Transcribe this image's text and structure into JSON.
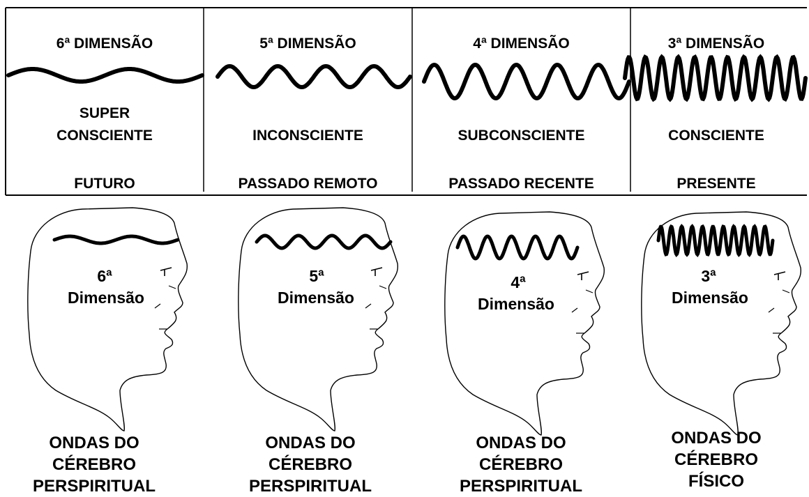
{
  "table": {
    "columns": [
      {
        "dimension": "6ª DIMENSÃO",
        "mind_line1": "SUPER",
        "mind_line2": "CONSCIENTE",
        "time": "FUTURO"
      },
      {
        "dimension": "5ª DIMENSÃO",
        "mind_line1": "",
        "mind_line2": "INCONSCIENTE",
        "time": "PASSADO REMOTO"
      },
      {
        "dimension": "4ª DIMENSÃO",
        "mind_line1": "",
        "mind_line2": "SUBCONSCIENTE",
        "time": "PASSADO RECENTE"
      },
      {
        "dimension": "3ª DIMENSÃO",
        "mind_line1": "",
        "mind_line2": "CONSCIENTE",
        "time": "PRESENTE"
      }
    ]
  },
  "heads": [
    {
      "number": "6ª",
      "word": "Dimensão",
      "caption1": "ONDAS DO",
      "caption2": "CÉREBRO",
      "caption3": "PERSPIRITUAL",
      "wave_cycles": 2
    },
    {
      "number": "5ª",
      "word": "Dimensão",
      "caption1": "ONDAS DO",
      "caption2": "CÉREBRO",
      "caption3": "PERSPIRITUAL",
      "wave_cycles": 4
    },
    {
      "number": "4ª",
      "word": "Dimensão",
      "caption1": "ONDAS DO",
      "caption2": "CÉREBRO",
      "caption3": "PERSPIRITUAL",
      "wave_cycles": 5
    },
    {
      "number": "3ª",
      "word": "Dimensão",
      "caption1": "ONDAS DO",
      "caption2": "CÉREBRO",
      "caption3": "FÍSICO",
      "wave_cycles": 11
    }
  ],
  "colors": {
    "ink": "#000000",
    "background": "#ffffff"
  }
}
